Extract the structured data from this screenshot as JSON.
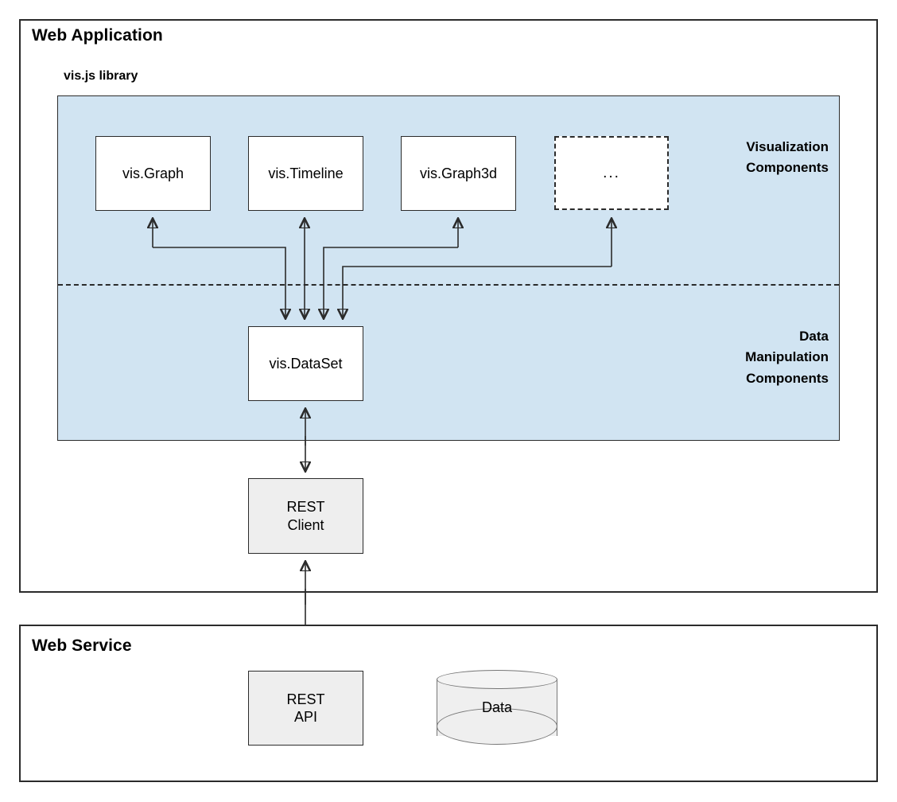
{
  "diagram": {
    "frames": [
      {
        "id": "web-application",
        "title": "Web Application"
      },
      {
        "id": "web-service",
        "title": "Web Service"
      }
    ],
    "library_title": "vis.js library",
    "panel_color": "#d1e4f2",
    "group_labels": {
      "visualization": "Visualization\nComponents",
      "data_manipulation": "Data\nManipulation\nComponents"
    },
    "nodes": {
      "graph": "vis.Graph",
      "timeline": "vis.Timeline",
      "graph3d": "vis.Graph3d",
      "ellipsis": "...",
      "dataset": "vis.DataSet",
      "rest_client": "REST\nClient",
      "rest_api": "REST\nAPI",
      "data": "Data"
    }
  }
}
